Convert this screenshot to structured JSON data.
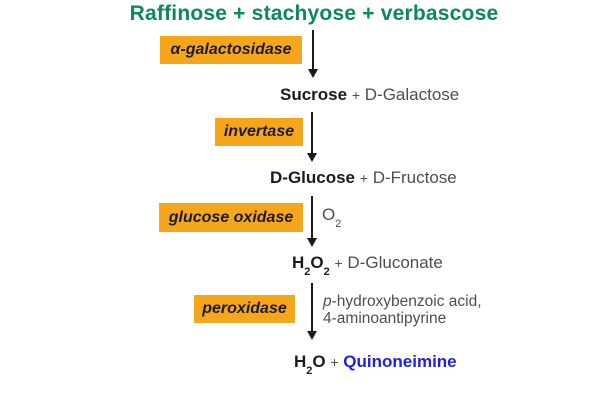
{
  "colors": {
    "green": "#0b8a57",
    "orange": "#f5a61b",
    "black": "#1b1b1b",
    "gray": "#4e4e4e",
    "blue": "#2121dd",
    "arrow": "#1a1a1a"
  },
  "title": "Raffinose + stachyose + verbascose",
  "enzymes": {
    "alpha_galactosidase": "α-galactosidase",
    "invertase": "invertase",
    "glucose_oxidase": "glucose oxidase",
    "peroxidase": "peroxidase"
  },
  "compounds": {
    "sucrose_row": {
      "bold": "Sucrose",
      "plus": "+",
      "rest": "D-Galactose"
    },
    "glucose_row": {
      "bold": "D-Glucose",
      "plus": "+",
      "rest": "D-Fructose"
    },
    "h2o2_row": {
      "f1": "H",
      "s1": "2",
      "f2": "O",
      "s2": "2",
      "plus": "+",
      "rest": "D-Gluconate"
    },
    "h2o_row": {
      "f1": "H",
      "s1": "2",
      "f2": "O",
      "plus": "+",
      "product": "Quinoneimine"
    }
  },
  "side_labels": {
    "o2_main": "O",
    "o2_sub": "2",
    "substrate_line1_italic": "p",
    "substrate_line1_rest": "-hydroxybenzoic acid,",
    "substrate_line2": "4-aminoantipyrine"
  }
}
